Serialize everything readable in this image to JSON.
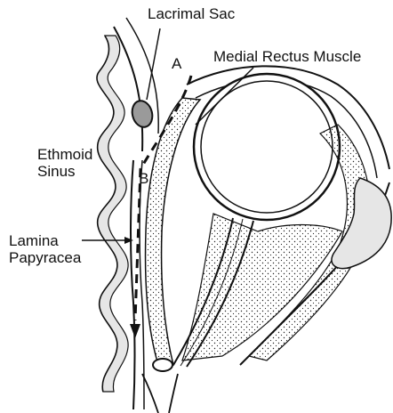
{
  "labels": {
    "lacrimal_sac": "Lacrimal Sac",
    "medial_rectus": "Medial Rectus Muscle",
    "ethmoid_line1": "Ethmoid",
    "ethmoid_line2": "Sinus",
    "lamina_line1": "Lamina",
    "lamina_line2": "Papyracea",
    "point_a": "A",
    "point_b": "B"
  },
  "colors": {
    "ink": "#111111",
    "bone_fill": "#e6e6e6",
    "background": "#ffffff"
  }
}
